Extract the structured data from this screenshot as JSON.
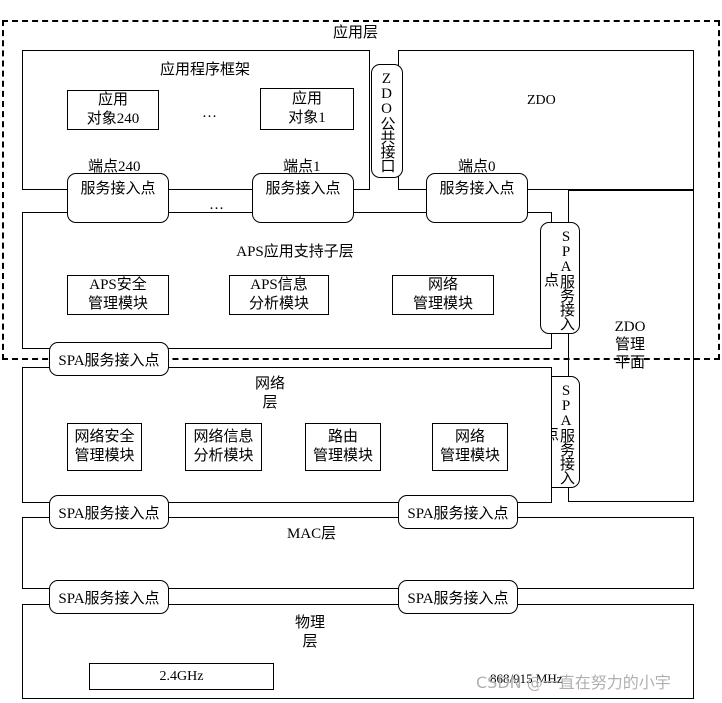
{
  "app_layer_label": "应用层",
  "app_framework_label": "应用程序框架",
  "app_objects": [
    {
      "line1": "应用",
      "line2": "对象240"
    },
    {
      "line1": "应用",
      "line2": "对象1"
    }
  ],
  "ellipsis": "…",
  "zdo_label": "ZDO",
  "zdo_public_interface": "ZDO公共接口",
  "endpoints": [
    {
      "name": "端点240",
      "sap": "服务接入点"
    },
    {
      "name": "端点1",
      "sap": "服务接入点"
    },
    {
      "name": "端点0",
      "sap": "服务接入点"
    }
  ],
  "aps_label": "APS应用支持子层",
  "aps_modules": [
    {
      "line1": "APS安全",
      "line2": "管理模块"
    },
    {
      "line1": "APS信息",
      "line2": "分析模块"
    },
    {
      "line1": "网络",
      "line2": "管理模块"
    }
  ],
  "spa_sap_label": "SPA服务接入点",
  "spa_sap_vertical_main": "SPA服务接入",
  "spa_sap_vertical_side": "点",
  "zdo_mgmt_plane": {
    "line1": "ZDO",
    "line2": "管理",
    "line3": "平面"
  },
  "network_layer": {
    "line1": "网络",
    "line2": "层"
  },
  "network_modules": [
    {
      "line1": "网络安全",
      "line2": "管理模块"
    },
    {
      "line1": "网络信息",
      "line2": "分析模块"
    },
    {
      "line1": "路由",
      "line2": "管理模块"
    },
    {
      "line1": "网络",
      "line2": "管理模块"
    }
  ],
  "mac_layer_label": "MAC层",
  "phy_layer": {
    "line1": "物理",
    "line2": "层"
  },
  "phy_freq_24": "2.4GHz",
  "phy_freq_868": "868/915 MHz",
  "watermark": "CSDN @一直在努力的小宇"
}
